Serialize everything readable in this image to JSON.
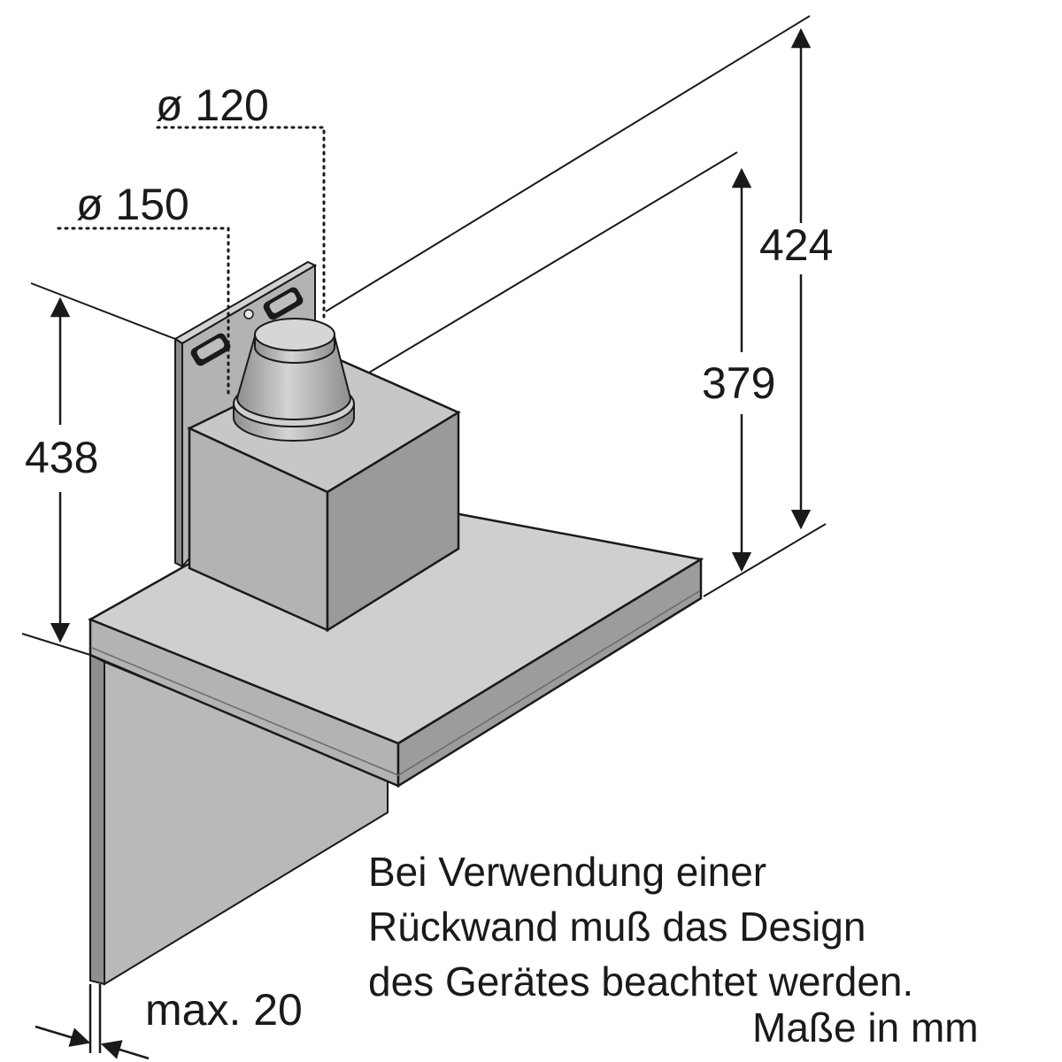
{
  "dimensions": {
    "diameter_120": "ø 120",
    "diameter_150": "ø 150",
    "height_424": "424",
    "height_379": "379",
    "height_438": "438",
    "max_distance": "max. 20"
  },
  "note": {
    "line1": "Bei Verwendung einer",
    "line2": "Rückwand muß das Design",
    "line3": "des Gerätes beachtet werden."
  },
  "unit_note": "Maße in mm",
  "colors": {
    "line": "#1a1a1a",
    "surface": "#b4b4b4",
    "surface_light": "#c8c8c8",
    "surface_dark": "#9a9a9a",
    "background": "#ffffff"
  }
}
